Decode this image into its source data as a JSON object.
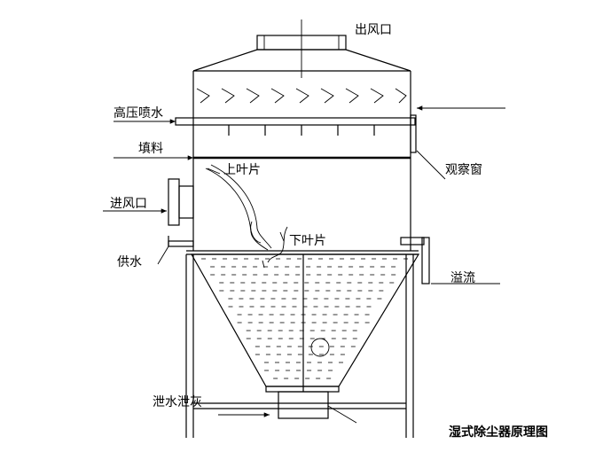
{
  "labels": {
    "outlet": "出风口",
    "spray": "高压喷水",
    "packing": "填料",
    "upper_blade": "上叶片",
    "inlet": "进风口",
    "lower_blade": "下叶片",
    "water_supply": "供水",
    "window": "观察窗",
    "overflow": "溢流",
    "drain": "泄水泄灰"
  },
  "caption": "湿式除尘器原理图"
}
